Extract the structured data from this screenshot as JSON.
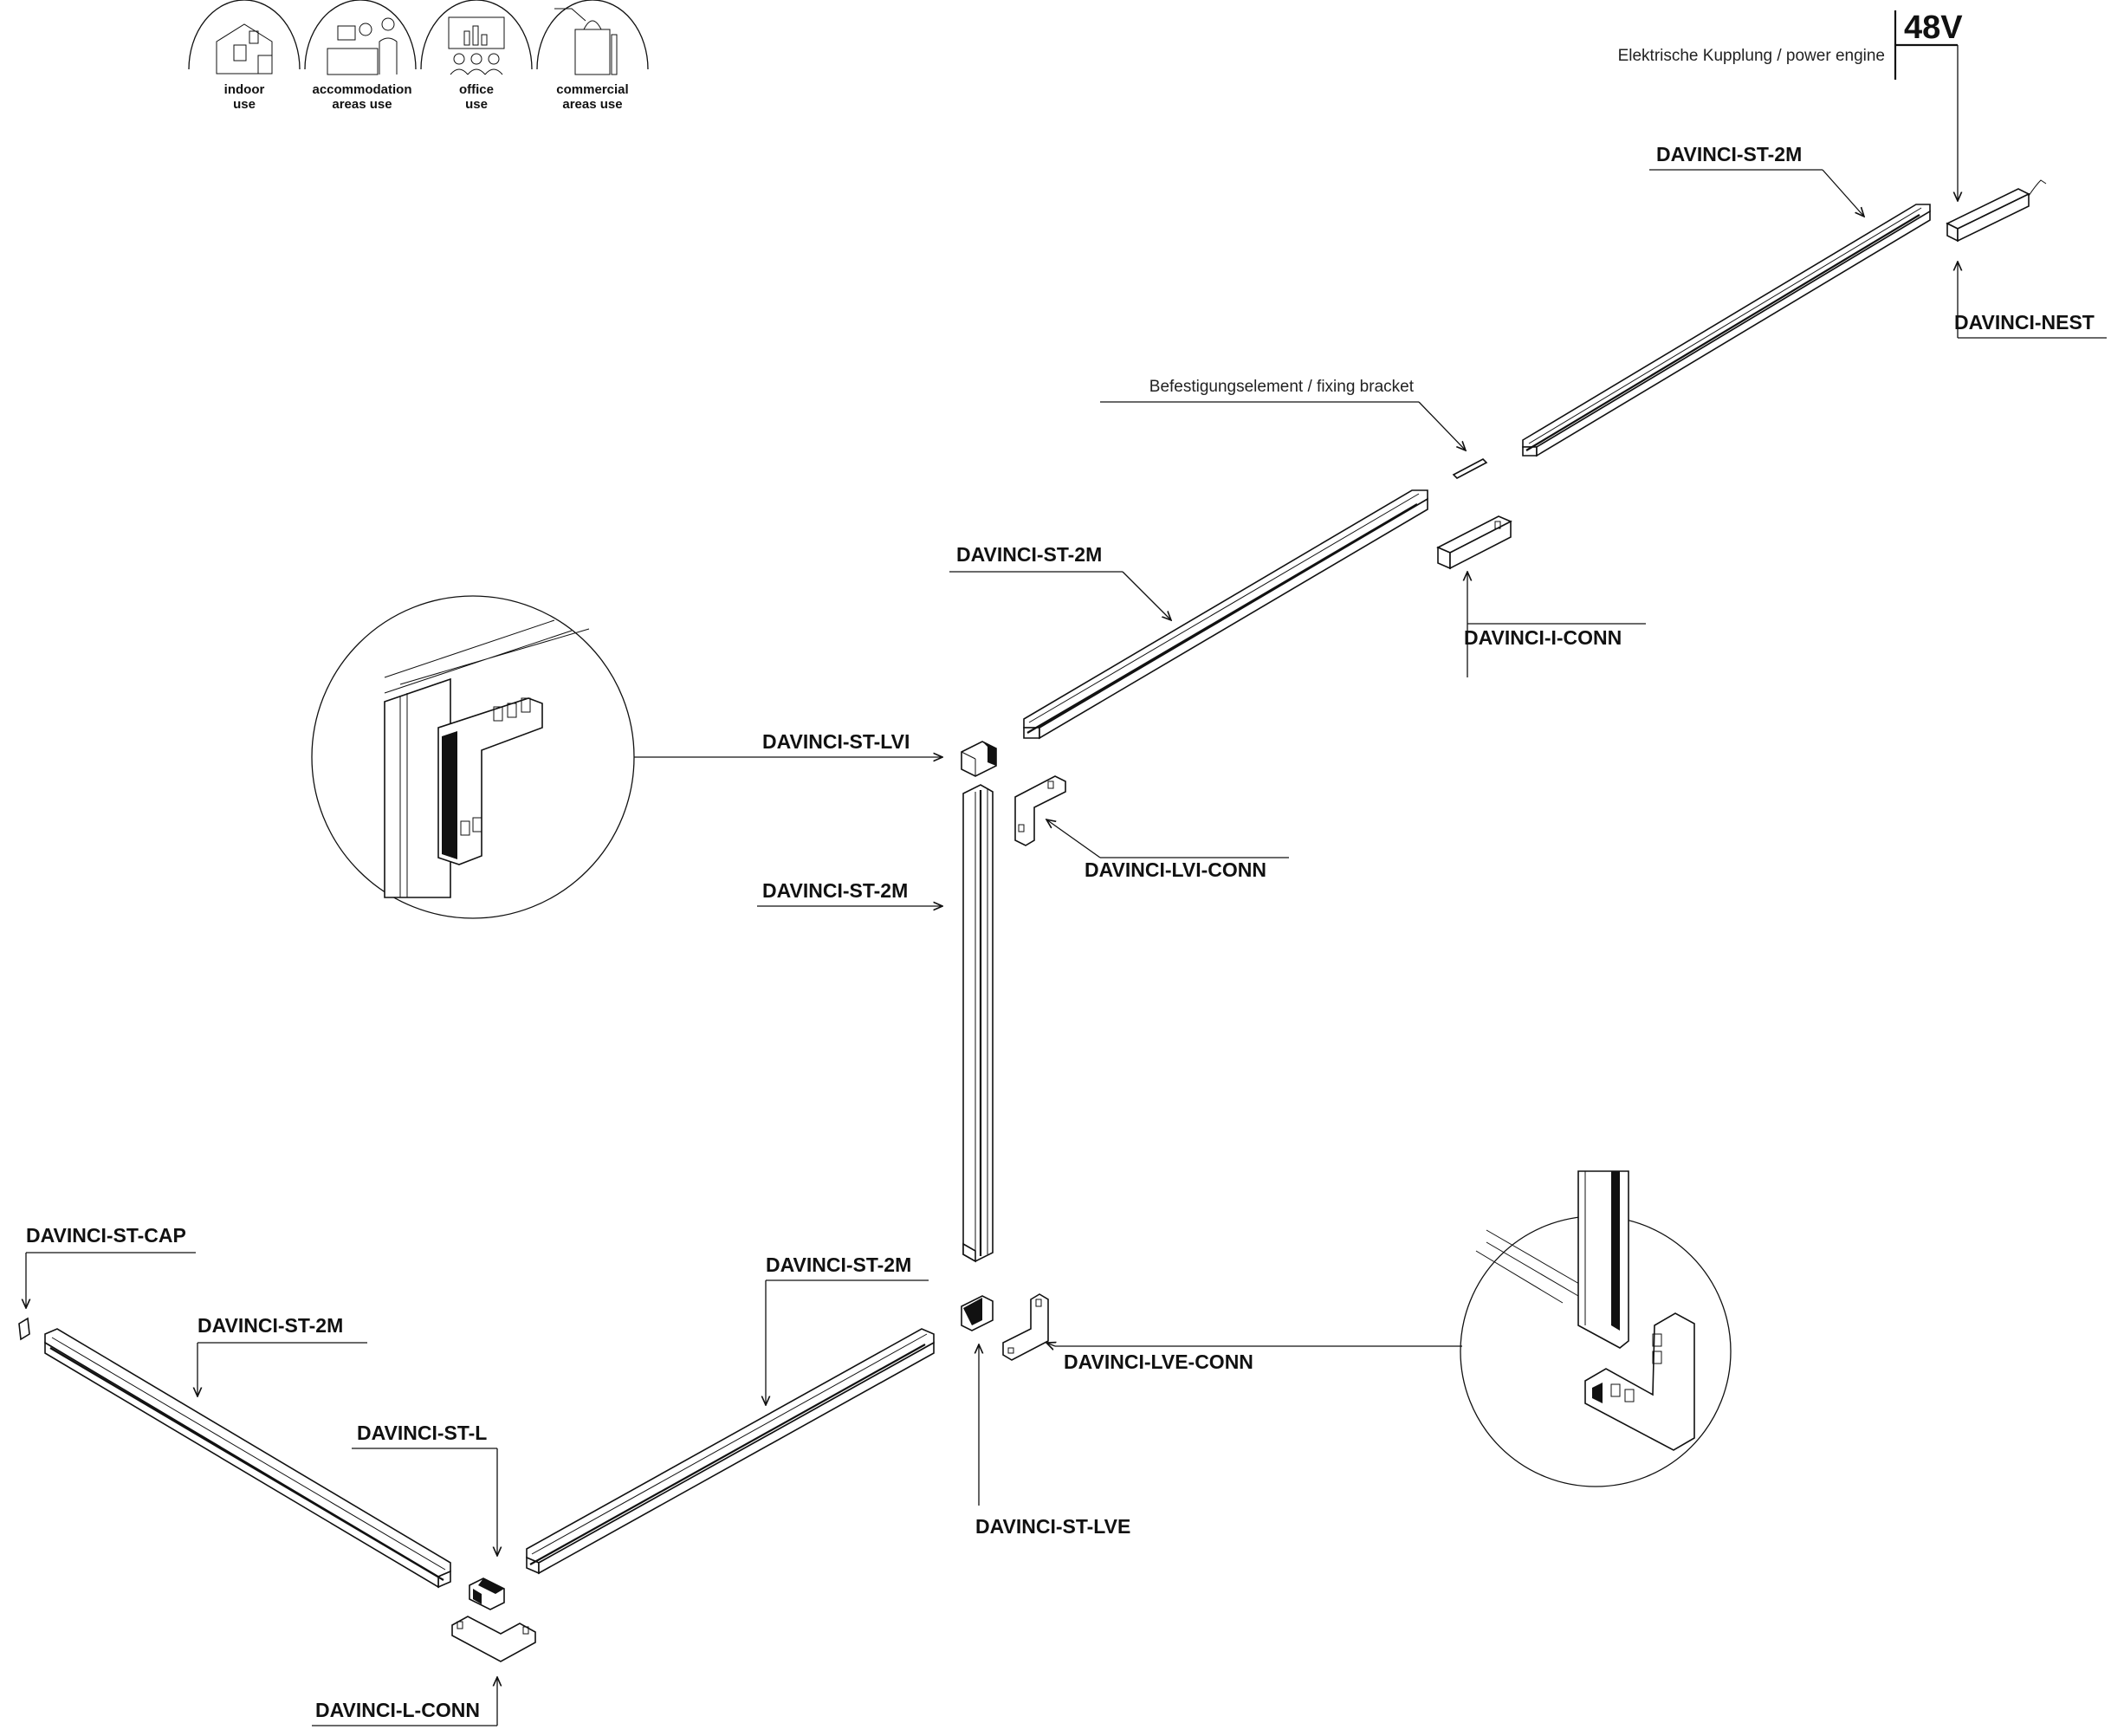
{
  "usage_icons": [
    {
      "icon": "house-icon",
      "line1": "indoor",
      "line2": "use"
    },
    {
      "icon": "reception-icon",
      "line1": "accommodation",
      "line2": "areas use"
    },
    {
      "icon": "presentation-icon",
      "line1": "office",
      "line2": "use"
    },
    {
      "icon": "shopping-bag-icon",
      "line1": "commercial",
      "line2": "areas use"
    }
  ],
  "voltage": "48V",
  "notes": {
    "power_engine": "Elektrische Kupplung / power engine",
    "fixing_bracket": "Befestigungselement / fixing bracket"
  },
  "labels": {
    "st_2m_top": "DAVINCI-ST-2M",
    "nest": "DAVINCI-NEST",
    "st_2m_upper_mid": "DAVINCI-ST-2M",
    "i_conn": "DAVINCI-I-CONN",
    "st_lvi": "DAVINCI-ST-LVI",
    "lvi_conn": "DAVINCI-LVI-CONN",
    "st_2m_vertical": "DAVINCI-ST-2M",
    "st_cap": "DAVINCI-ST-CAP",
    "st_2m_left": "DAVINCI-ST-2M",
    "st_2m_right_lower": "DAVINCI-ST-2M",
    "st_l": "DAVINCI-ST-L",
    "lve_conn": "DAVINCI-LVE-CONN",
    "st_lve": "DAVINCI-ST-LVE",
    "l_conn": "DAVINCI-L-CONN"
  }
}
